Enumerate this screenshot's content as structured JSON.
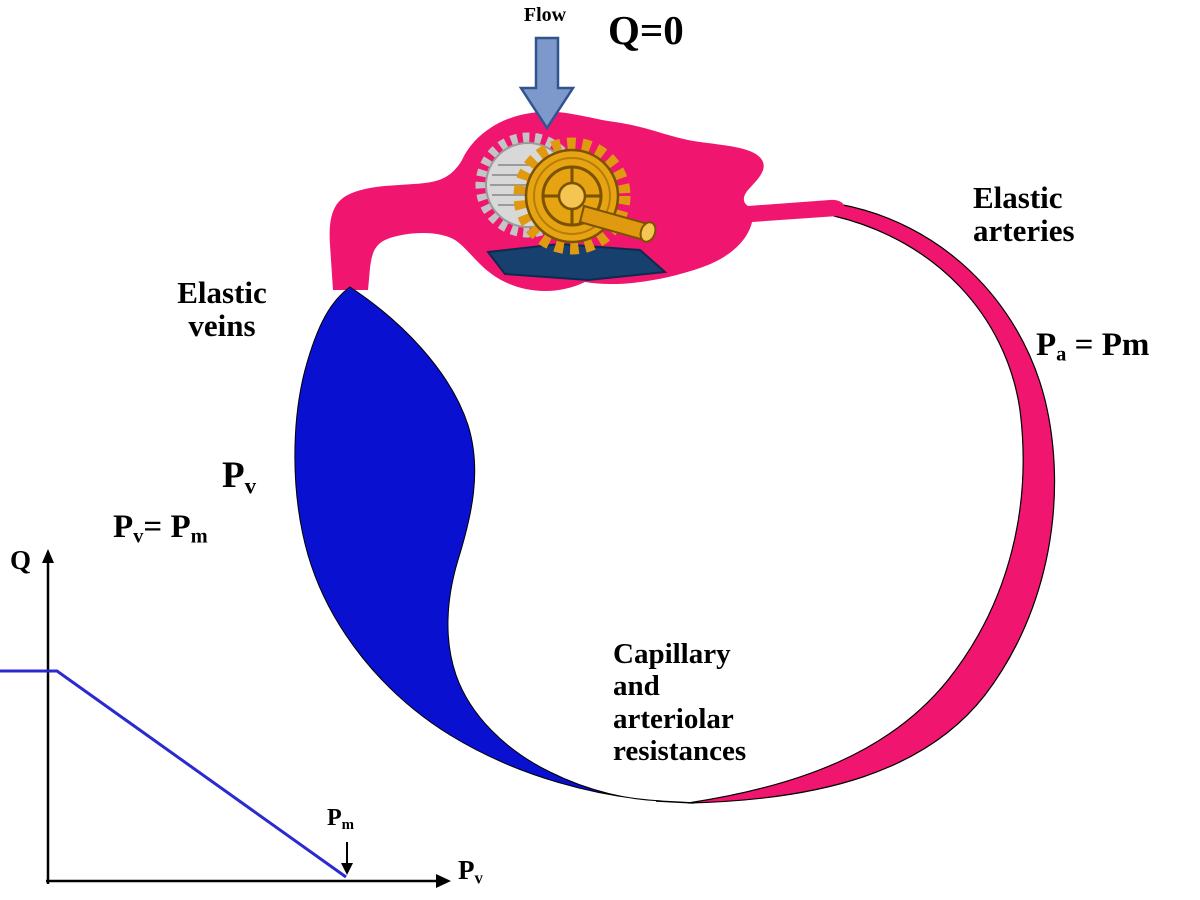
{
  "labels": {
    "flow": "Flow",
    "q_zero": "Q=0",
    "elastic_arteries": "Elastic\narteries",
    "elastic_veins": "Elastic\nveins",
    "capillary_resistances": "Capillary\nand\narteriolar\nresistances",
    "pa_equation": {
      "p": "P",
      "sub": "a",
      "rest": " = Pm"
    },
    "pv_label": {
      "p": "P",
      "sub": "v"
    },
    "pv_equation": {
      "p1": "P",
      "sub1": "v",
      "mid": "= P",
      "sub2": "m"
    }
  },
  "graph": {
    "y_axis_label": "Q",
    "x_axis_label": {
      "p": "P",
      "sub": "v"
    },
    "pm_marker": {
      "p": "P",
      "sub": "m"
    }
  },
  "chart_data": {
    "type": "line",
    "xlabel": "Pv",
    "ylabel": "Q",
    "axis_numeric_ticks": "none shown",
    "series": [
      {
        "name": "Q vs Pv",
        "points_normalized": [
          [
            0,
            1
          ],
          [
            0.13,
            1
          ],
          [
            0.77,
            0
          ]
        ]
      }
    ],
    "annotations": [
      {
        "label": "Pm",
        "x_normalized": 0.77,
        "meaning": "flow Q reaches 0 where Pv = Pm"
      }
    ]
  },
  "colors": {
    "artery_pink": "#f0156e",
    "vein_blue": "#0a10cf",
    "flow_arrow_fill": "#7d99cb",
    "flow_arrow_stroke": "#31538f",
    "graph_line_blue": "#2a2ad0",
    "gear_gold": "#e09a10",
    "gear_gold_light": "#f4c550",
    "gear_gold_dark": "#7a5200",
    "gear_silver": "#c4c4c4",
    "base_navy": "#17406f"
  }
}
